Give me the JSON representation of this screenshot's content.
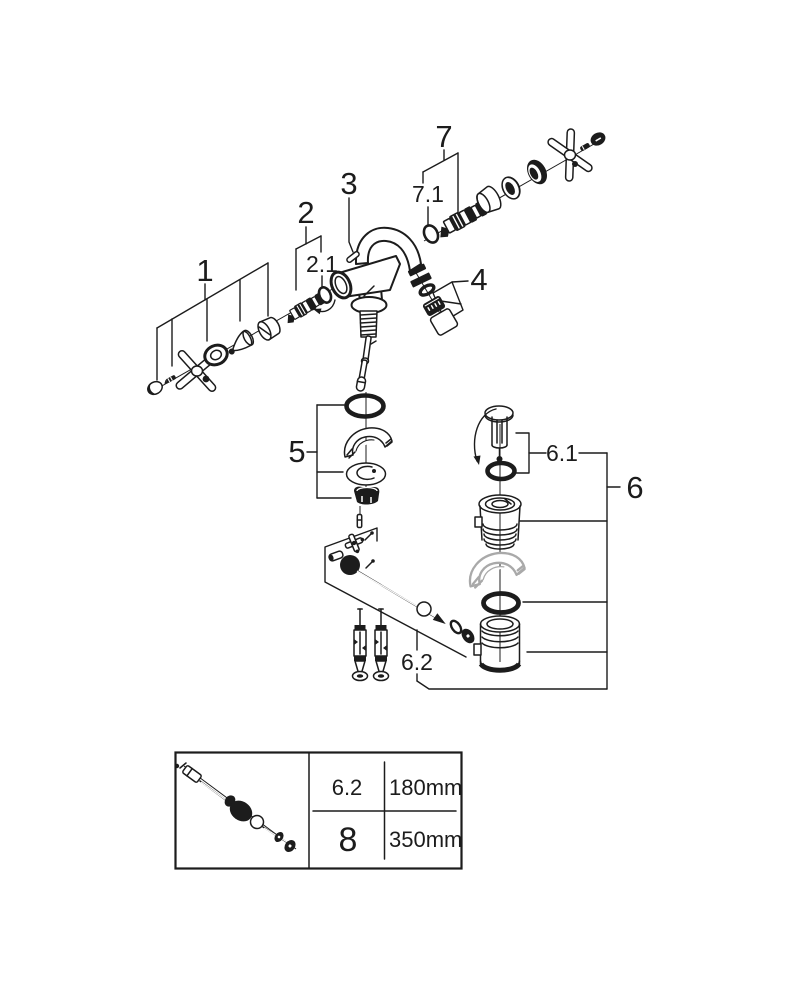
{
  "diagram": {
    "type": "exploded-parts-diagram",
    "labels": {
      "n1": "1",
      "n2": "2",
      "n2_1": "2.1",
      "n3": "3",
      "n4": "4",
      "n5": "5",
      "n6": "6",
      "n6_1": "6.1",
      "n6_2": "6.2",
      "n7": "7",
      "n7_1": "7.1"
    },
    "colors": {
      "line": "#1c1c1c",
      "phantom": "#a9a9a9",
      "background": "#ffffff"
    },
    "size_table": {
      "rows": [
        {
          "part": "6.2",
          "length": "180mm"
        },
        {
          "part": "8",
          "length": "350mm"
        }
      ]
    }
  }
}
